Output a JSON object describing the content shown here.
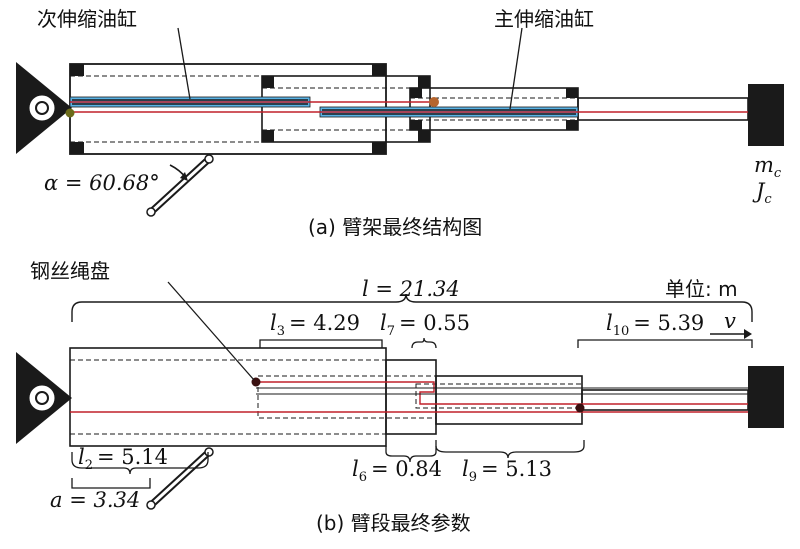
{
  "top": {
    "label_secondary_cylinder": "次伸缩油缸",
    "label_main_cylinder": "主伸缩油缸",
    "alpha_text": "α = 60.68°",
    "mass_symbol": "m",
    "mass_sub": "c",
    "inertia_symbol": "J",
    "inertia_sub": "c",
    "caption": "(a) 臂架最终结构图"
  },
  "bottom": {
    "label_reel": "钢丝绳盘",
    "l_total": "l = 21.34",
    "unit": "单位: m",
    "l3": "= 4.29",
    "l7": "= 0.55",
    "l10": "= 5.39",
    "velocity": "v",
    "l2": "= 5.14",
    "a": "a = 3.34",
    "l6": "= 0.84",
    "l9": "= 5.13",
    "caption": "(b) 臂段最终参数"
  },
  "colors": {
    "rope": "#c0202a",
    "cylinder_highlight": "#59b3e6",
    "pivot": "#b5652e"
  }
}
